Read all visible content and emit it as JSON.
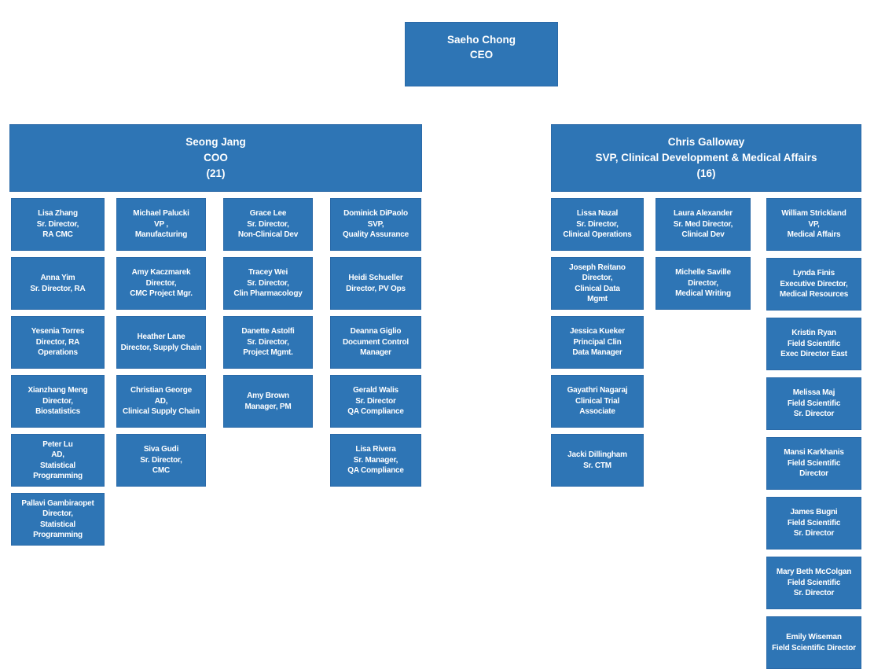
{
  "colors": {
    "box_fill": "#2e75b5",
    "box_border": "#2b6aa8",
    "text": "#ffffff",
    "background": "#ffffff"
  },
  "ceo": {
    "name": "Saeho Chong",
    "title": "CEO"
  },
  "branches": [
    {
      "header": {
        "name": "Seong Jang",
        "title": "COO",
        "count": "(21)"
      },
      "columns": [
        [
          {
            "name": "Lisa Zhang",
            "title_lines": [
              "Sr. Director,",
              "RA CMC"
            ]
          },
          {
            "name": "Anna Yim",
            "title_lines": [
              "Sr. Director, RA"
            ]
          },
          {
            "name": "Yesenia Torres",
            "title_lines": [
              "Director, RA",
              "Operations"
            ]
          },
          {
            "name": "Xianzhang Meng",
            "title_lines": [
              "Director,",
              "Biostatistics"
            ]
          },
          {
            "name": "Peter Lu",
            "title_lines": [
              "AD,",
              "Statistical",
              "Programming"
            ]
          },
          {
            "name": "Pallavi Gambiraopet",
            "title_lines": [
              "Director,",
              "Statistical",
              "Programming"
            ]
          }
        ],
        [
          {
            "name": "Michael Palucki",
            "title_lines": [
              "VP ,",
              "Manufacturing"
            ]
          },
          {
            "name": "Amy Kaczmarek",
            "title_lines": [
              "Director,",
              "CMC Project Mgr."
            ]
          },
          {
            "name": "Heather Lane",
            "title_lines": [
              "Director, Supply Chain"
            ]
          },
          {
            "name": "Christian George",
            "title_lines": [
              "AD,",
              "Clinical Supply Chain"
            ]
          },
          {
            "name": "Siva Gudi",
            "title_lines": [
              "Sr. Director,",
              "CMC"
            ]
          }
        ],
        [
          {
            "name": "Grace Lee",
            "title_lines": [
              "Sr. Director,",
              "Non-Clinical Dev"
            ]
          },
          {
            "name": "Tracey Wei",
            "title_lines": [
              "Sr. Director,",
              "Clin Pharmacology"
            ]
          },
          {
            "name": "Danette Astolfi",
            "title_lines": [
              "Sr. Director,",
              "Project Mgmt."
            ]
          },
          {
            "name": "Amy Brown",
            "title_lines": [
              "Manager, PM"
            ]
          }
        ],
        [
          {
            "name": "Dominick DiPaolo",
            "title_lines": [
              "SVP,",
              "Quality Assurance"
            ]
          },
          {
            "name": "Heidi Schueller",
            "title_lines": [
              "Director, PV Ops"
            ]
          },
          {
            "name": "Deanna Giglio",
            "title_lines": [
              "Document Control",
              "Manager"
            ]
          },
          {
            "name": "Gerald Walis",
            "title_lines": [
              "Sr. Director",
              "QA Compliance"
            ]
          },
          {
            "name": "Lisa Rivera",
            "title_lines": [
              "Sr. Manager,",
              "QA Compliance"
            ]
          }
        ]
      ]
    },
    {
      "header": {
        "name": "Chris Galloway",
        "title": "SVP, Clinical Development & Medical Affairs",
        "count": "(16)"
      },
      "columns": [
        [
          {
            "name": "Lissa Nazal",
            "title_lines": [
              "Sr. Director,",
              "Clinical Operations"
            ]
          },
          {
            "name": "Joseph Reitano",
            "title_lines": [
              "Director,",
              "Clinical Data",
              "Mgmt"
            ]
          },
          {
            "name": "Jessica Kueker",
            "title_lines": [
              "Principal Clin",
              "Data Manager"
            ]
          },
          {
            "name": "Gayathri Nagaraj",
            "title_lines": [
              "Clinical Trial",
              "Associate"
            ]
          },
          {
            "name": "Jacki Dillingham",
            "title_lines": [
              "Sr. CTM"
            ]
          }
        ],
        [
          {
            "name": "Laura Alexander",
            "title_lines": [
              "Sr. Med Director,",
              "Clinical Dev"
            ]
          },
          {
            "name": "Michelle Saville",
            "title_lines": [
              "Director,",
              "Medical Writing"
            ]
          }
        ],
        [
          {
            "name": "William Strickland",
            "title_lines": [
              "VP,",
              "Medical Affairs"
            ]
          },
          {
            "name": "Lynda Finis",
            "title_lines": [
              "Executive Director,",
              "Medical Resources"
            ]
          },
          {
            "name": "Kristin Ryan",
            "title_lines": [
              "Field Scientific",
              "Exec Director East"
            ]
          },
          {
            "name": "Melissa Maj",
            "title_lines": [
              "Field Scientific",
              "Sr. Director"
            ]
          },
          {
            "name": "Mansi Karkhanis",
            "title_lines": [
              "Field Scientific",
              "Director"
            ]
          },
          {
            "name": "James Bugni",
            "title_lines": [
              "Field Scientific",
              "Sr. Director"
            ]
          },
          {
            "name": "Mary Beth McColgan",
            "title_lines": [
              "Field Scientific",
              "Sr. Director"
            ]
          },
          {
            "name": "Emily Wiseman",
            "title_lines": [
              "Field Scientific Director"
            ]
          }
        ]
      ]
    }
  ]
}
